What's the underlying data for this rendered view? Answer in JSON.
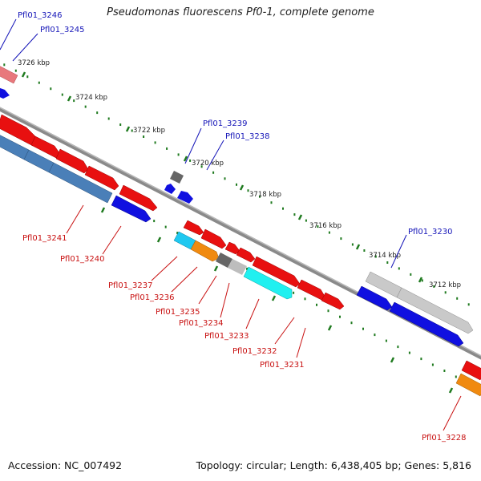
{
  "title": "Pseudomonas fluorescens Pf0-1, complete genome",
  "footer": {
    "accession": "Accession: NC_007492",
    "summary": "Topology: circular; Length: 6,438,405 bp; Genes: 5,816"
  },
  "colors": {
    "backbone": "#8a8a8a",
    "tick": "#1f7a1f",
    "label_top": "#1515b8",
    "label_bottom": "#c81010"
  },
  "tick_labels": [
    "3726 kbp",
    "3724 kbp",
    "3722 kbp",
    "3720 kbp",
    "3718 kbp",
    "3716 kbp",
    "3714 kbp",
    "3712 kbp"
  ],
  "genes_top": [
    "Pfl01_3246",
    "Pfl01_3245",
    "Pfl01_3239",
    "Pfl01_3238",
    "Pfl01_3230"
  ],
  "genes_bottom": [
    "Pfl01_3241",
    "Pfl01_3240",
    "Pfl01_3237",
    "Pfl01_3236",
    "Pfl01_3235",
    "Pfl01_3234",
    "Pfl01_3233",
    "Pfl01_3232",
    "Pfl01_3231",
    "Pfl01_3228"
  ]
}
